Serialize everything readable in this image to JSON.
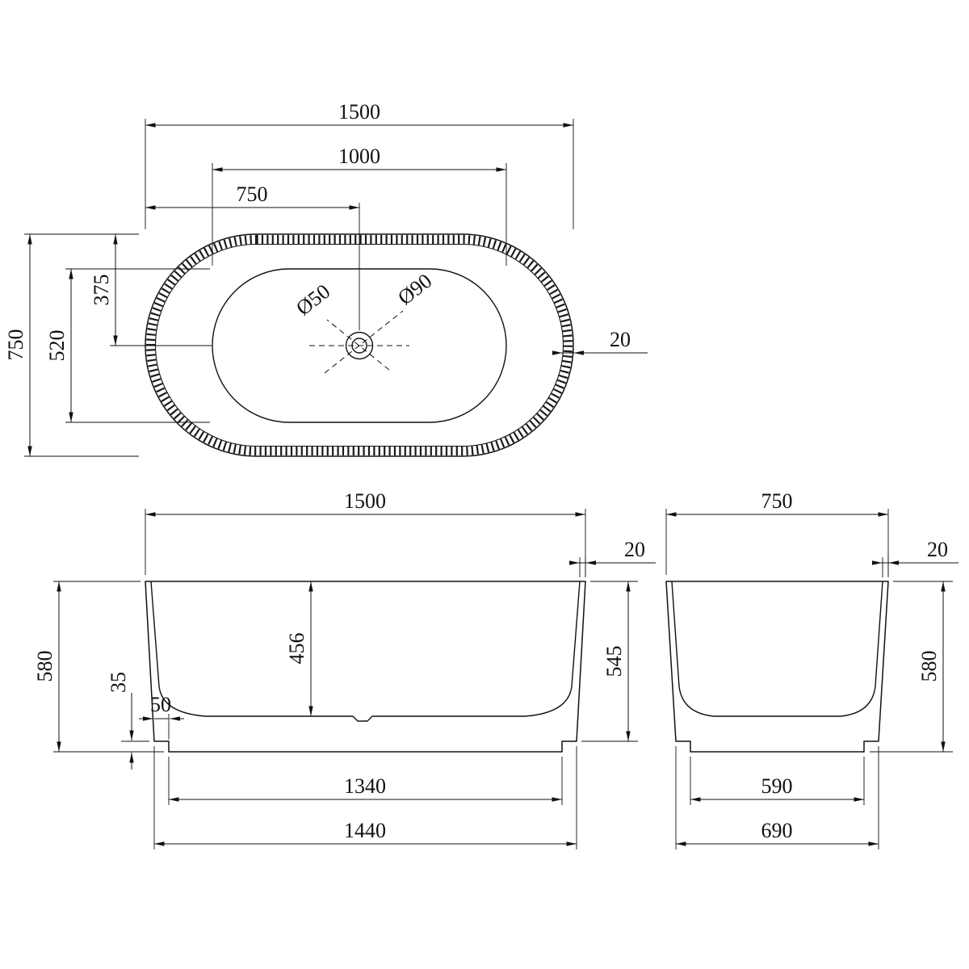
{
  "top_view": {
    "width_total": "1500",
    "width_inner": "1000",
    "width_half": "750",
    "height_total": "750",
    "height_inner": "520",
    "height_half": "375",
    "drain_small": "Ø50",
    "drain_large": "Ø90",
    "wall": "20"
  },
  "front_view": {
    "width_total": "1500",
    "wall": "20",
    "height_total": "580",
    "depth_inner": "456",
    "height_body": "545",
    "plinth_height": "35",
    "plinth_inset": "50",
    "base_inner": "1340",
    "base_outer": "1440"
  },
  "side_view": {
    "width_total": "750",
    "wall": "20",
    "height_total": "580",
    "base_inner": "590",
    "base_outer": "690"
  }
}
